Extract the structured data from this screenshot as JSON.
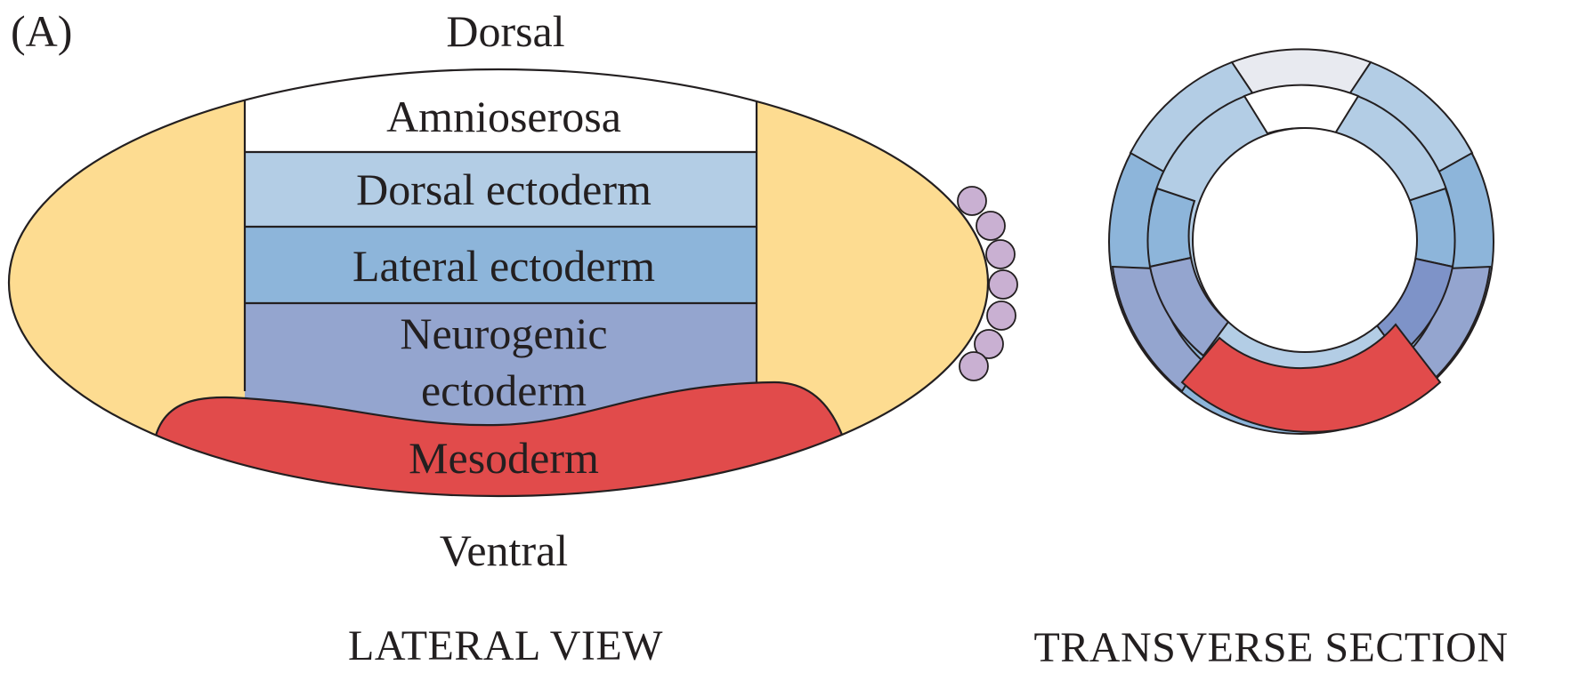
{
  "panel_label": "(A)",
  "lateral_view": {
    "dorsal_label": "Dorsal",
    "ventral_label": "Ventral",
    "regions": [
      {
        "name": "Amnioserosa",
        "lines": [
          "Amnioserosa"
        ],
        "color": "#ffffff"
      },
      {
        "name": "Dorsal ectoderm",
        "lines": [
          "Dorsal ectoderm"
        ],
        "color": "#b3cde5"
      },
      {
        "name": "Lateral ectoderm",
        "lines": [
          "Lateral ectoderm"
        ],
        "color": "#8db5da"
      },
      {
        "name": "Neurogenic ectoderm",
        "lines": [
          "Neurogenic",
          "ectoderm"
        ],
        "color": "#94a5cf"
      },
      {
        "name": "Mesoderm",
        "lines": [
          "Mesoderm"
        ],
        "color": "#e14b4b"
      }
    ],
    "terminal_color": "#fddc91",
    "pole_cell_color": "#c9b0d2",
    "caption": "LATERAL VIEW"
  },
  "transverse_section": {
    "caption": "TRANSVERSE SECTION"
  }
}
